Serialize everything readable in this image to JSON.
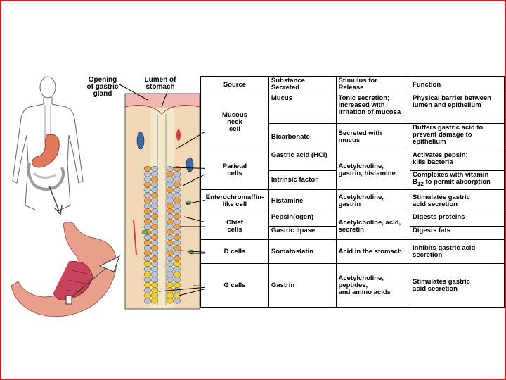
{
  "labels": {
    "opening": "Opening\nof gastric\ngland",
    "lumen": "Lumen of\nstomach"
  },
  "table": {
    "headers": [
      "Source",
      "Substance\nSecreted",
      "Stimulus for\nRelease",
      "Function"
    ],
    "sources": {
      "mucous": "Mucous\nneck\ncell",
      "parietal": "Parietal\ncells",
      "ecl": "Enterochromaffin-\nlike cell",
      "chief": "Chief\ncells",
      "d": "D cells",
      "g": "G cells"
    },
    "substances": {
      "mucus": "Mucus",
      "bicarbonate": "Bicarbonate",
      "hcl": "Gastric acid (HCl)",
      "intrinsic": "Intrinsic factor",
      "histamine": "Histamine",
      "pepsin": "Pepsin(ogen)",
      "lipase": "Gastric lipase",
      "somatostatin": "Somatostatin",
      "gastrin": "Gastrin"
    },
    "stimuli": {
      "mucus": "Tonic secretion;\nincreased with\nirritation of mucosa",
      "bicarbonate": "Secreted with\nmucus",
      "parietal": "Acetylcholine,\ngastrin, histamine",
      "histamine": "Acetylcholine,\ngastrin",
      "chief": "Acetylcholine, acid,\nsecretin",
      "somatostatin": "Acid in the stomach",
      "gastrin": "Acetylcholine,\npeptides,\nand amino acids"
    },
    "functions": {
      "mucus": "Physical barrier between\nlumen and epithelium",
      "bicarbonate": "Buffers gastric acid to\nprevent damage to\nepithelium",
      "hcl": "Activates pepsin;\nkills bacteria",
      "intrinsic_line1": "Complexes with vitamin",
      "intrinsic_b": "B",
      "intrinsic_sub": "12",
      "intrinsic_line2": " to permit absorption",
      "histamine": "Stimulates gastric\nacid secretion",
      "pepsin": "Digests proteins",
      "lipase": "Digests fats",
      "somatostatin": "Inhibits gastric acid\nsecretion",
      "gastrin": "Stimulates gastric\nacid secretion"
    }
  },
  "colors": {
    "frame": "#e0161b",
    "stomach": "#e8a08a",
    "mucosa": "#f2c7b8",
    "parietal_cell": "#f0a040",
    "chief_cell": "#b8c3d6",
    "g_cell": "#f5d020",
    "green_cell": "#5faf55"
  }
}
